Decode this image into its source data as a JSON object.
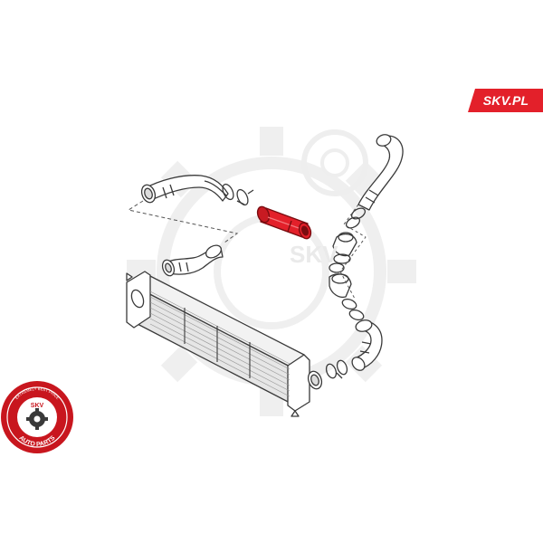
{
  "brand": {
    "label": "SKV.PL",
    "color": "#e3202a"
  },
  "diagram": {
    "highlight_color": "#e3202a",
    "line_color": "#3a3a3a",
    "watermark_text": "SKV"
  },
  "seal": {
    "center_text": "SKV",
    "bottom_text": "AUTO PARTS",
    "top_text": "EXTREMELY BEST PRICE"
  }
}
